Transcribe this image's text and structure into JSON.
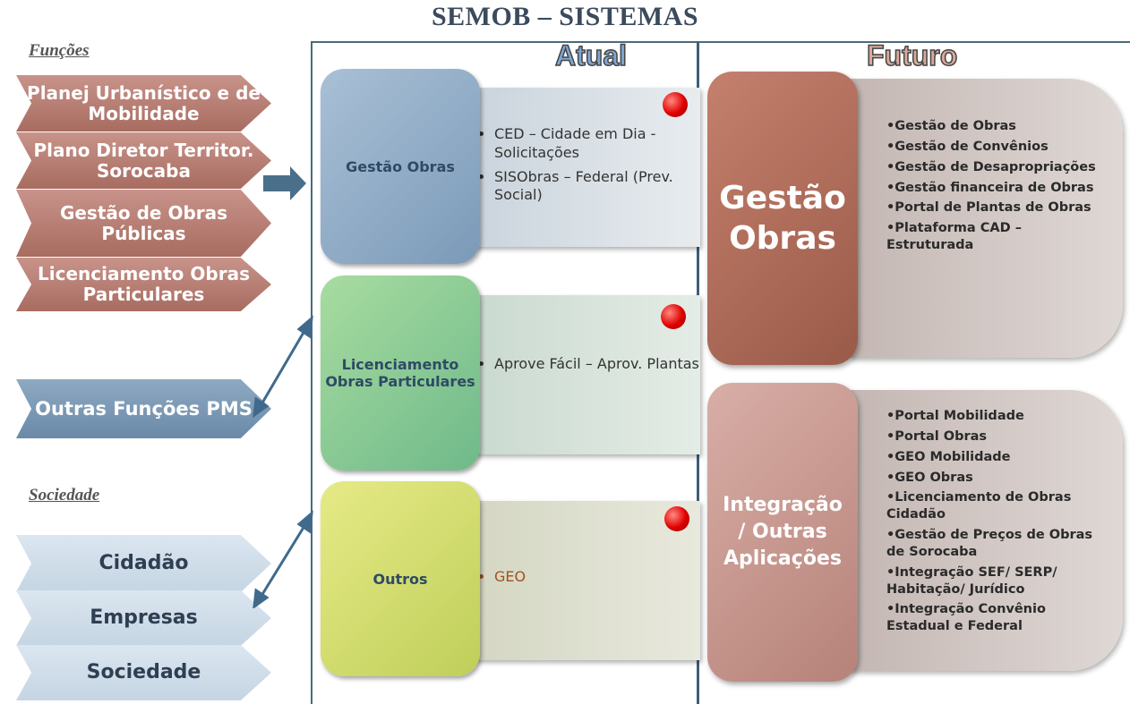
{
  "title": "SEMOB – SISTEMAS",
  "functions": {
    "heading": "Funções",
    "items": [
      "Planej Urbanístico e de Mobilidade",
      "Plano Diretor Territor. Sorocaba",
      "Gestão  de Obras Públicas",
      "Licenciamento Obras Particulares"
    ]
  },
  "other_functions": "Outras Funções PMS",
  "society": {
    "heading": "Sociedade",
    "items": [
      "Cidadão",
      "Empresas",
      "Sociedade"
    ]
  },
  "current": {
    "label": "Atual",
    "categories": [
      {
        "name": "Gestão Obras",
        "systems": [
          "CED – Cidade em Dia - Solicitações",
          "SISObras – Federal (Prev. Social)"
        ]
      },
      {
        "name": "Licenciamento Obras Particulares",
        "systems": [
          "Aprove Fácil – Aprov. Plantas"
        ]
      },
      {
        "name": "Outros",
        "systems": [
          "GEO"
        ]
      }
    ]
  },
  "future": {
    "label": "Futuro",
    "blocks": [
      {
        "name": "Gestão Obras",
        "items": [
          "Gestão de Obras",
          "Gestão de Convênios",
          "Gestão de Desapropriações",
          "Gestão financeira de Obras",
          "Portal de Plantas de Obras",
          "Plataforma CAD – Estruturada"
        ]
      },
      {
        "name": "Integração / Outras Aplicações",
        "items": [
          "Portal Mobilidade",
          "Portal  Obras",
          "GEO Mobilidade",
          "GEO Obras",
          "Licenciamento de Obras Cidadão",
          "Gestão de Preços de Obras de Sorocaba",
          "Integração SEF/ SERP/ Habitação/ Jurídico",
          "Integração Convênio Estadual e Federal"
        ]
      }
    ]
  },
  "colors": {
    "status_dot": "#e00000",
    "geo_text": "#a0521e"
  }
}
